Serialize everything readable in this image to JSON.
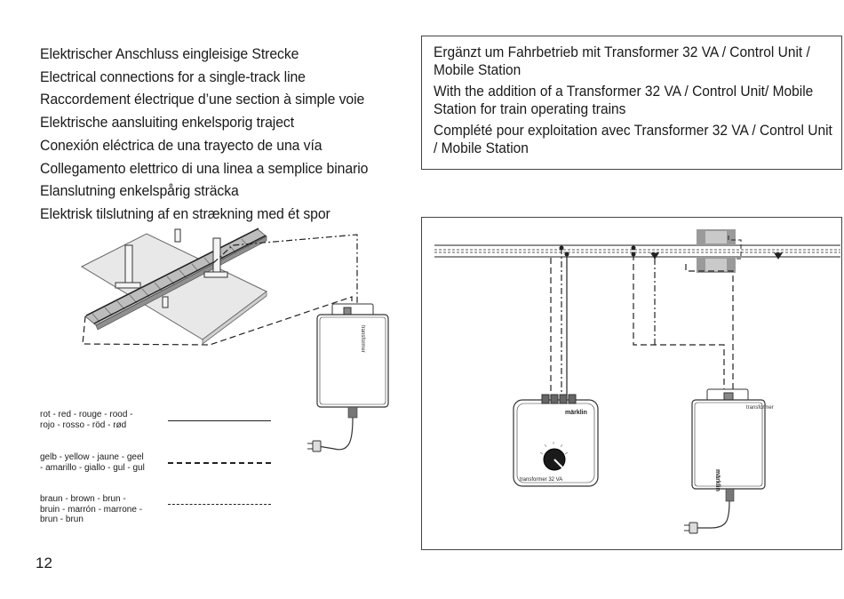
{
  "headings": [
    "Elektrischer Anschluss eingleisige Strecke",
    "Electrical connections for a single-track line",
    "Raccordement électrique d’une section à simple voie",
    "Elektrische aansluiting enkelsporig traject",
    "Conexión eléctrica de una trayecto de una vía",
    "Collegamento elettrico di una linea a semplice binario",
    "Elanslutning enkelspårig sträcka",
    "Elektrisk tilslutning af en strækning med ét spor"
  ],
  "infobox": [
    "Ergänzt um Fahrbetrieb mit Transformer 32 VA / Control Unit / Mobile Station",
    "With the addition of a Transformer 32 VA / Control Unit/ Mobile Station for train operating trains",
    "Complété pour exploitation avec Transformer 32 VA / Control Unit / Mobile Station"
  ],
  "legend": [
    {
      "label": "rot - red - rouge - rood - rojo - rosso - röd - rød",
      "style": "solid"
    },
    {
      "label": "gelb - yellow - jaune - geel - amarillo - giallo - gul - gul",
      "style": "dash-dot"
    },
    {
      "label": "braun - brown - brun - bruin - marrón - marrone - brun - brun",
      "style": "dashed"
    }
  ],
  "device_labels": {
    "transformer_small": "transformer",
    "transformer_right": "transformer",
    "brand": "märklin",
    "brand_rotated": "märklin",
    "unit_caption": "transformer 32 VA"
  },
  "page_number": "12"
}
